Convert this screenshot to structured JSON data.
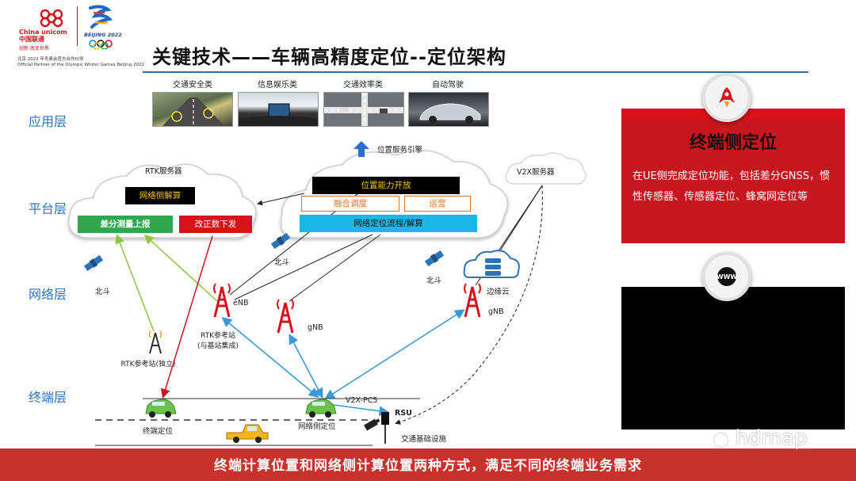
{
  "header": {
    "brand_name": "China unicom中国联通",
    "brand_slogan": "创新·改变世界",
    "games_logo_text": "BEIJING 2022",
    "partner_line1": "北京 2022 年冬奥会官方合作伙伴",
    "partner_line2": "Official Partner of the Olympic Winter Games Beijing 2022",
    "title": "关键技术——车辆高精度定位--定位架构"
  },
  "layers": {
    "application": "应用层",
    "platform": "平台层",
    "network": "网络层",
    "terminal": "终端层"
  },
  "apps": [
    {
      "label": "交通安全类"
    },
    {
      "label": "信息娱乐类"
    },
    {
      "label": "交通效率类"
    },
    {
      "label": "自动驾驶"
    }
  ],
  "platform": {
    "location_engine": "位置服务引擎",
    "rtk_server": "RTK服务器",
    "network_solve": "网络侧解算",
    "diff_report": "差分测量上报",
    "correction_send": "改正数下发",
    "capability_open": "位置能力开放",
    "fusion": "融合调度",
    "operation": "运营",
    "network_flow": "网络定位流程/解算",
    "v2x_server": "V2X服务器"
  },
  "network": {
    "beidou": "北斗",
    "enb": "eNB",
    "gnb": "gNB",
    "edge_cloud": "边缘云",
    "rtk_ref_station": "RTK参考站",
    "rtk_ref_integrated": "(与基站集成)",
    "rtk_ref_standalone": "RTK参考站(独立)"
  },
  "terminal": {
    "v2x_pc5": "V2X-PC5",
    "rsu": "RSU",
    "terminal_pos": "终端定位",
    "network_pos": "网络侧定位",
    "infra": "交通基础设施"
  },
  "right_panel": {
    "title": "终端侧定位",
    "body": "在UE侧完成定位功能，包括差分GNSS，惯性传感器、传感器定位、蜂窝网定位等",
    "rocket_icon": "rocket-icon",
    "www_icon": "www-icon"
  },
  "banner": "终端计算位置和网络侧计算位置两种方式，满足不同的终端业务需求",
  "watermark": "hdmap",
  "colors": {
    "accent_blue": "#2e73b8",
    "red": "#c8161e",
    "banner": "#c9312d",
    "cyan": "#19b6e8",
    "green_arrow": "#8cc63f",
    "blue_arrow": "#3a9ad9"
  }
}
